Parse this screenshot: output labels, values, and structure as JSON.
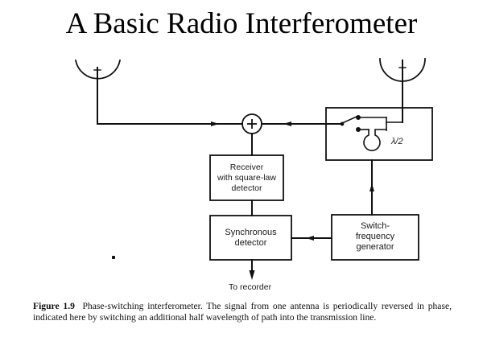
{
  "title": "A Basic Radio Interferometer",
  "diagram": {
    "nodes": {
      "left_antenna": {
        "label": ""
      },
      "right_antenna": {
        "label": ""
      },
      "summer": {
        "symbol": "+"
      },
      "phase_switch": {
        "label": "λ/2"
      },
      "receiver": {
        "line1": "Receiver",
        "line2": "with square-law",
        "line3": "detector"
      },
      "sync_detector": {
        "line1": "Synchronous",
        "line2": "detector"
      },
      "switch_gen": {
        "line1": "Switch-",
        "line2": "frequency",
        "line3": "generator"
      },
      "output": {
        "label": "To recorder"
      }
    },
    "edges": [
      {
        "from": "left_antenna",
        "to": "summer"
      },
      {
        "from": "right_antenna",
        "to": "phase_switch"
      },
      {
        "from": "phase_switch",
        "to": "summer"
      },
      {
        "from": "summer",
        "to": "receiver"
      },
      {
        "from": "receiver",
        "to": "sync_detector"
      },
      {
        "from": "switch_gen",
        "to": "phase_switch"
      },
      {
        "from": "switch_gen",
        "to": "sync_detector"
      },
      {
        "from": "sync_detector",
        "to": "output"
      }
    ]
  },
  "caption": {
    "figure_label": "Figure 1.9",
    "text": "Phase-switching interferometer. The signal from one antenna is periodically reversed in phase, indicated here by switching an additional half wavelength of path into the transmission line."
  }
}
